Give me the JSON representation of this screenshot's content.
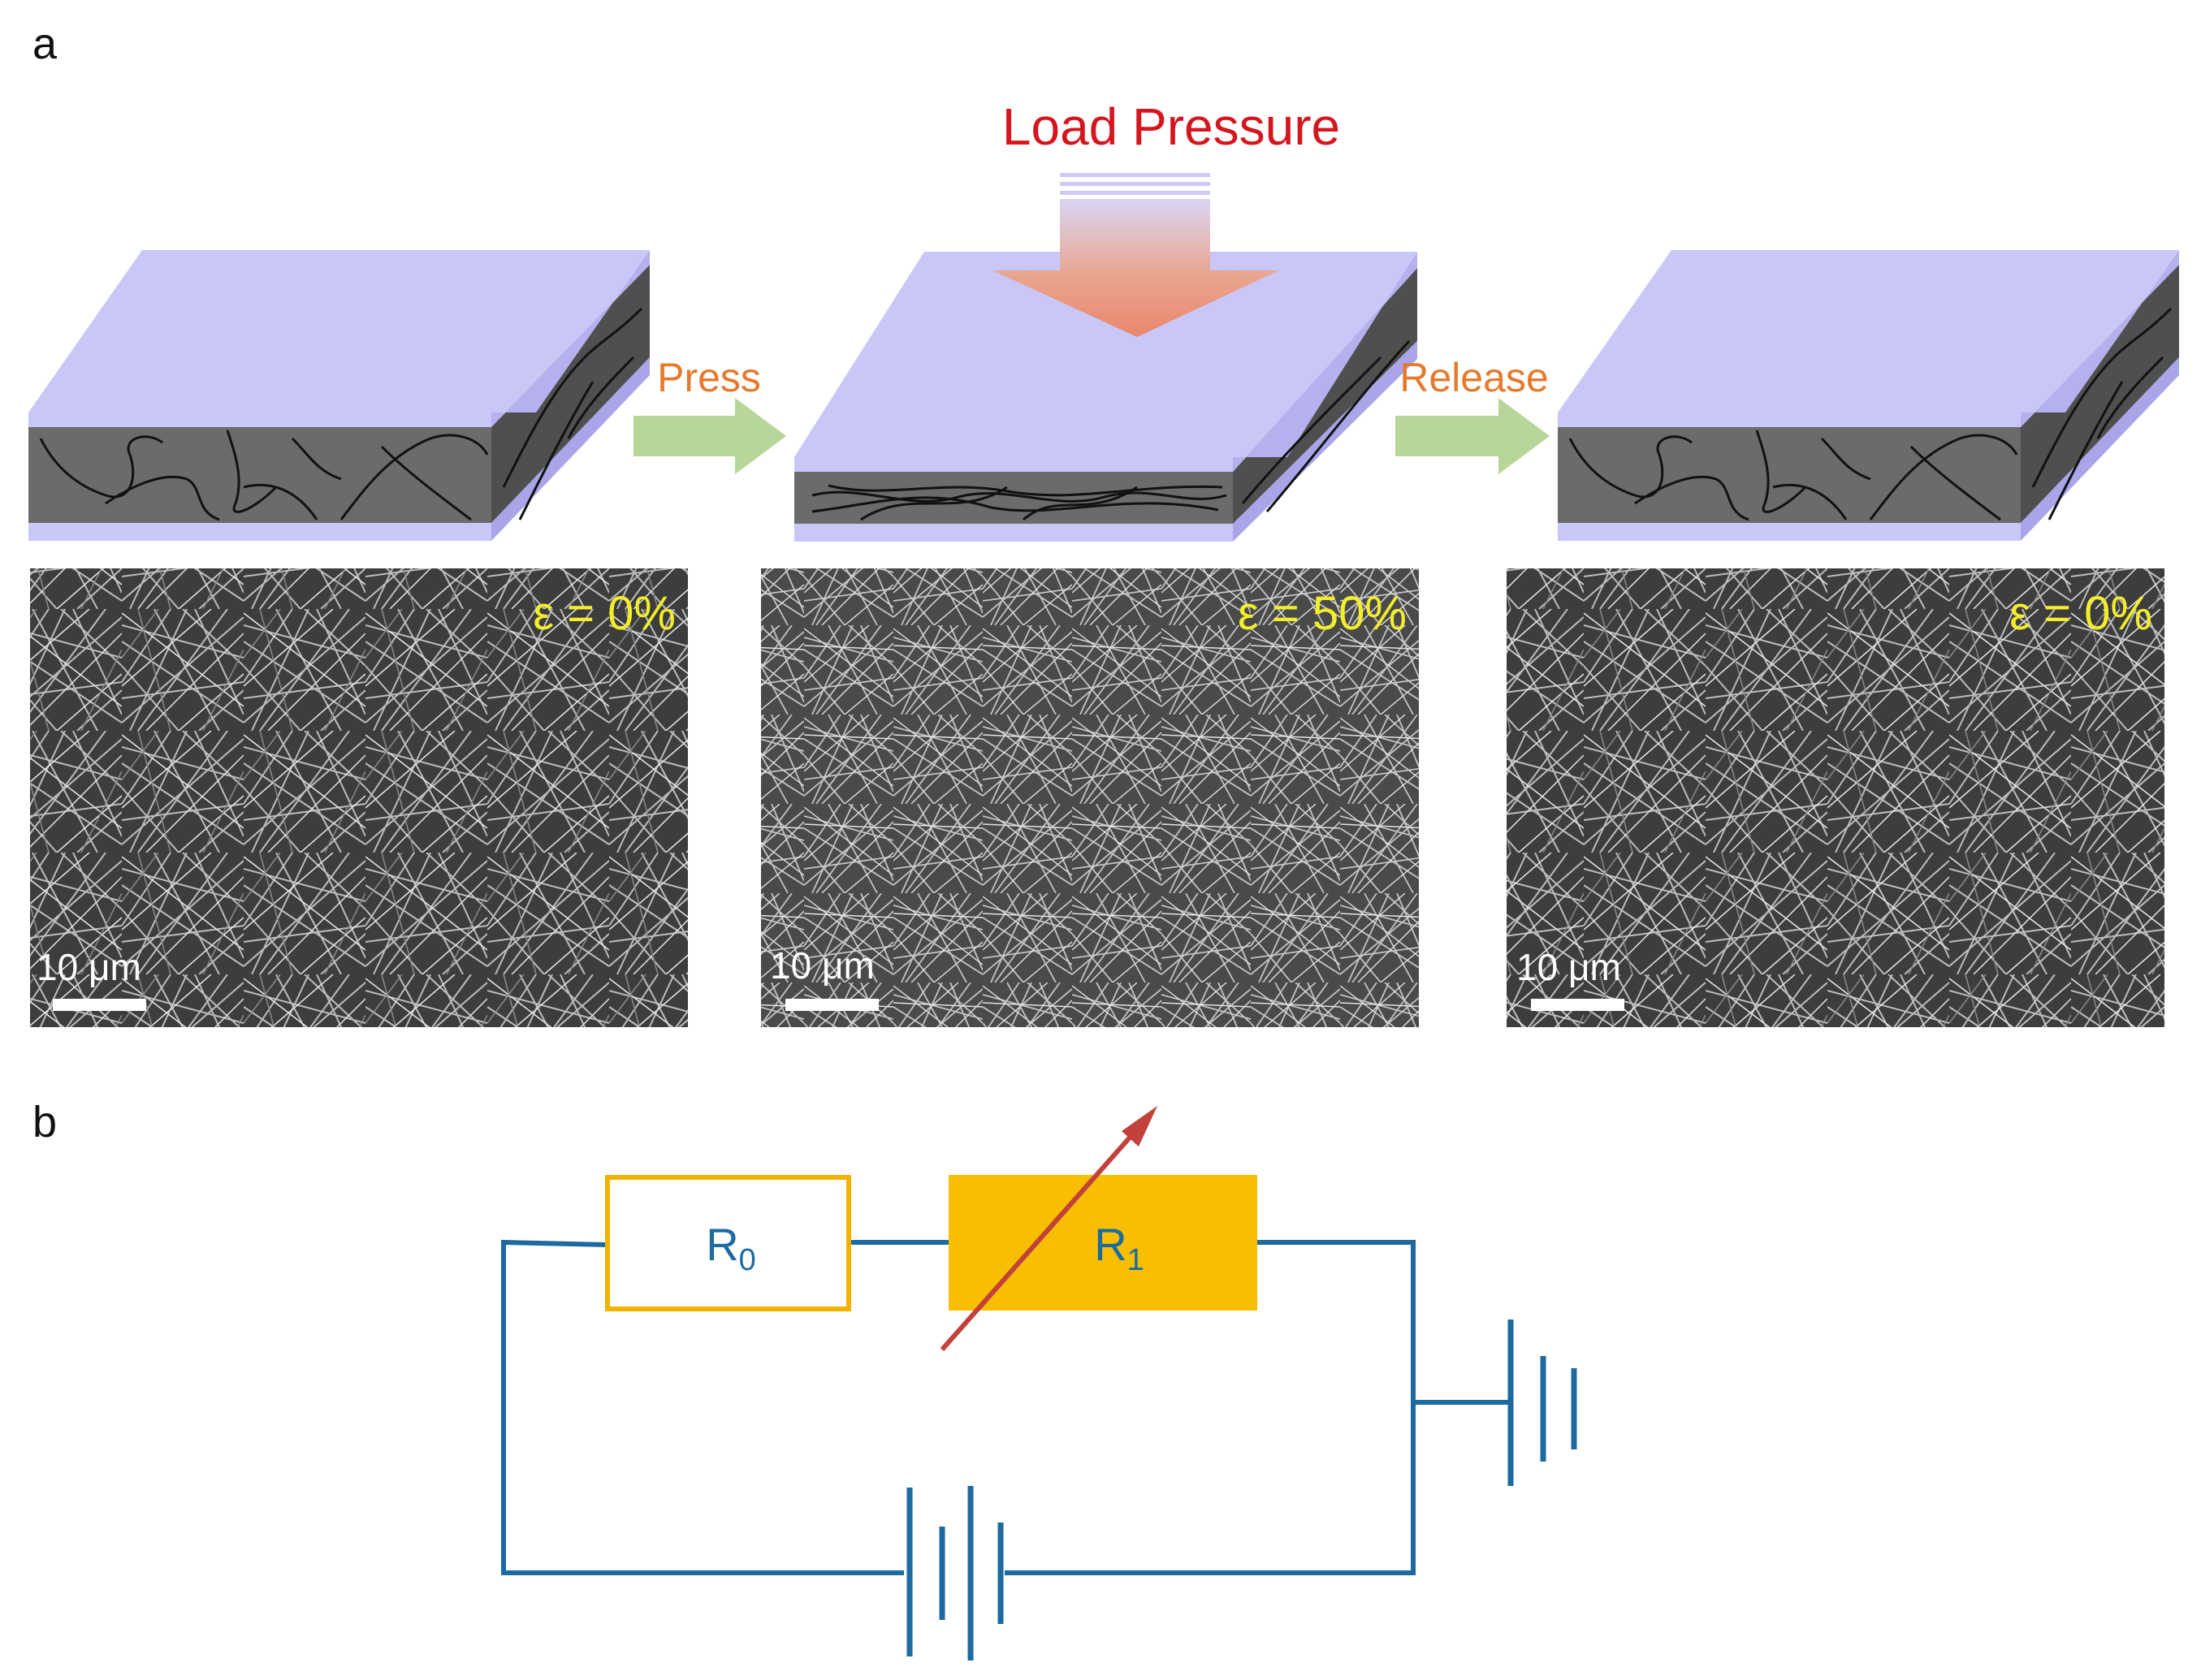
{
  "panels": {
    "a": "a",
    "b": "b"
  },
  "load": {
    "label": "Load Pressure"
  },
  "steps": {
    "press": "Press",
    "release": "Release"
  },
  "sem": [
    {
      "strain": "ε = 0%",
      "scale": "10 μm"
    },
    {
      "strain": "ε = 50%",
      "scale": "10 μm"
    },
    {
      "strain": "ε = 0%",
      "scale": "10 μm"
    }
  ],
  "circuit": {
    "r0": {
      "letter": "R",
      "sub": "0"
    },
    "r1": {
      "letter": "R",
      "sub": "1"
    }
  },
  "colors": {
    "film": "#c9c7f7",
    "film_side": "#a9a5e8",
    "core": "#6b6b6b",
    "core_side": "#4f4f4f",
    "load_text": "#d5161e",
    "step_text": "#e57a2c",
    "step_arrow": "#b9d69a",
    "strain_text": "#f3ee2a",
    "wire": "#1c6aa0",
    "r0_border": "#f2b300",
    "r1_fill": "#f8bf00",
    "variable_arrow": "#c2413a"
  }
}
